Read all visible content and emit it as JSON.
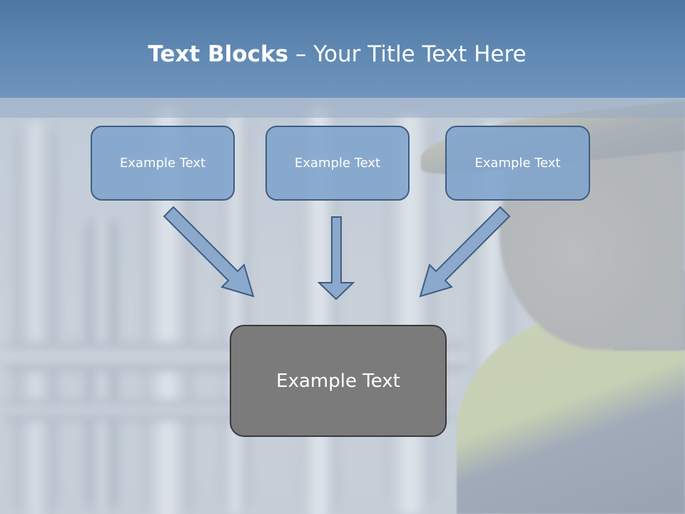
{
  "slide": {
    "title_bold": "Text Blocks",
    "title_separator": " – ",
    "title_rest": "Your Title Text Here"
  },
  "blocks": {
    "top_left": "Example Text",
    "top_center": "Example Text",
    "top_right": "Example Text",
    "bottom_main": "Example Text"
  },
  "colors": {
    "header": "#5a84af",
    "block_fill": "#80a4cc",
    "block_border": "#3f5d80",
    "main_block_fill": "#7b7b7b",
    "arrow_fill": "#8aa9cc",
    "arrow_border": "#3f5d80"
  }
}
